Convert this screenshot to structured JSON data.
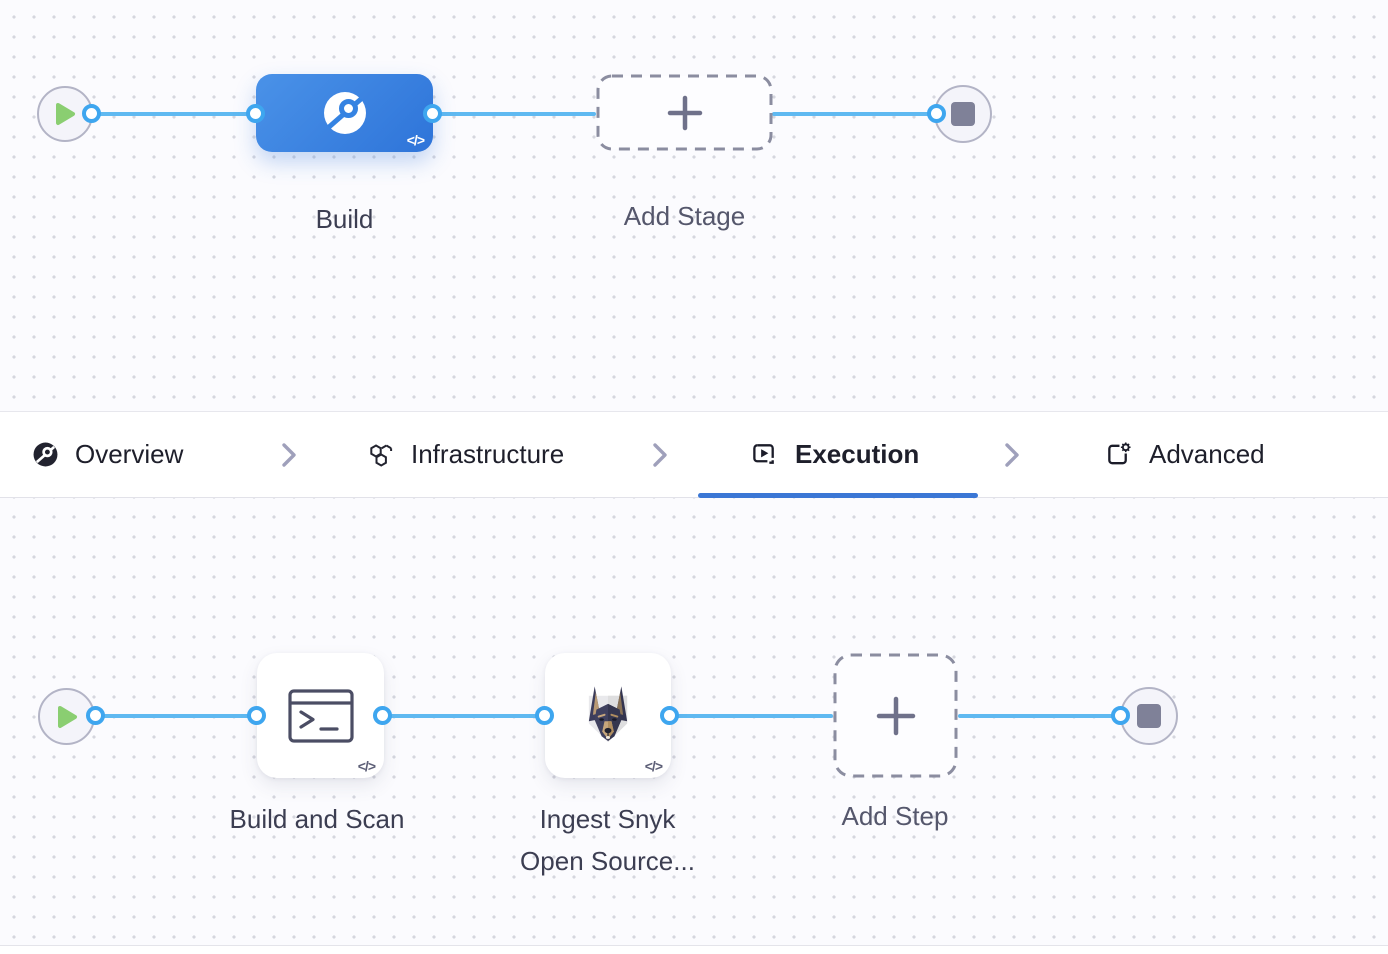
{
  "colors": {
    "accent_blue": "#3b77d5",
    "stage_node_blue": "#3583e2",
    "connector_blue": "#5fb9f1",
    "start_green": "#8ace71",
    "end_square_gray": "#7f8198",
    "canvas_bg": "#fbfbfe"
  },
  "stage_pipeline": {
    "start_node": {
      "icon": "play-icon"
    },
    "build_stage": {
      "label": "Build",
      "icon": "ci-build-icon",
      "code_badge": "</>"
    },
    "add_stage": {
      "label": "Add Stage",
      "icon": "plus-icon"
    },
    "end_node": {
      "icon": "stop-icon"
    }
  },
  "tab_bar": {
    "separator_icon": "chevron-right-icon",
    "tabs": [
      {
        "label": "Overview",
        "icon": "ci-build-icon",
        "selected": false
      },
      {
        "label": "Infrastructure",
        "icon": "hexagons-icon",
        "selected": false
      },
      {
        "label": "Execution",
        "icon": "play-box-icon",
        "selected": true
      },
      {
        "label": "Advanced",
        "icon": "gear-box-icon",
        "selected": false
      }
    ]
  },
  "execution_pipeline": {
    "start_node": {
      "icon": "play-icon"
    },
    "steps": [
      {
        "label": "Build and Scan",
        "icon": "terminal-icon",
        "code_badge": "</>"
      },
      {
        "label_line1": "Ingest Snyk",
        "label_line2": "Open Source...",
        "icon": "snyk-dog-icon",
        "code_badge": "</>"
      }
    ],
    "add_step": {
      "label": "Add Step",
      "icon": "plus-icon"
    },
    "end_node": {
      "icon": "stop-icon"
    }
  }
}
